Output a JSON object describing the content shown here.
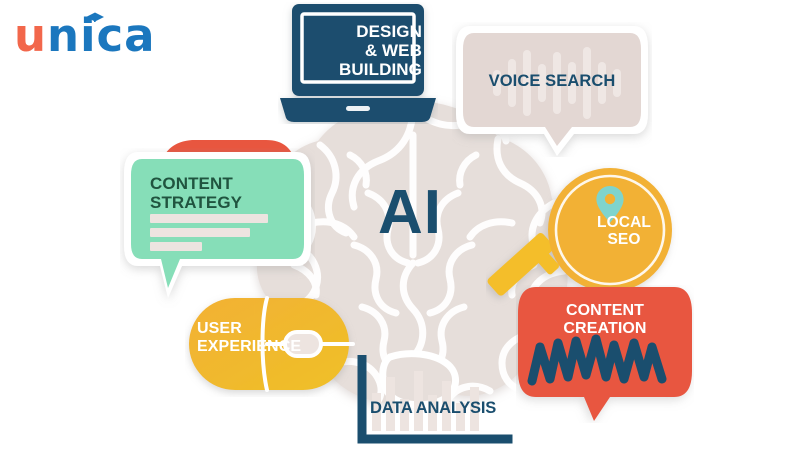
{
  "brand": {
    "logo_first": "u",
    "logo_rest": "nica",
    "icon": "graduation-cap-icon"
  },
  "center": {
    "label": "AI",
    "icon": "brain-icon"
  },
  "palette": {
    "deep_blue": "#1A4E6E",
    "coral": "#E8563F",
    "mint": "#86DEB8",
    "dark_green": "#20543F",
    "amber": "#F2B134",
    "gold": "#F4BE2C",
    "beige": "#E3D7D3",
    "teal": "#7FD4CC",
    "brain_fill": "#E6DEDA",
    "white": "#FFFFFF"
  },
  "nodes": [
    {
      "id": "design-web-building",
      "label": "DESIGN\n& WEB\nBUILDING",
      "icon": "laptop-icon",
      "shape": "laptop",
      "fill": "#1A4E6E",
      "text_color": "#FFFFFF"
    },
    {
      "id": "voice-search",
      "label": "VOICE SEARCH",
      "icon": "waveform-icon",
      "shape": "speech-bubble",
      "fill": "#E3D7D3",
      "text_color": "#1A4E6E"
    },
    {
      "id": "content-strategy",
      "label": "CONTENT\nSTRATEGY",
      "icon": "text-lines-icon",
      "shape": "speech-bubble",
      "fill": "#86DEB8",
      "text_color": "#20543F"
    },
    {
      "id": "local-seo",
      "label": "LOCAL\nSEO",
      "icon": "magnifier-icon",
      "sub_icon": "map-pin-icon",
      "shape": "magnifying-glass",
      "fill": "#F2B134",
      "text_color": "#FFFFFF"
    },
    {
      "id": "content-creation",
      "label": "CONTENT\nCREATION",
      "icon": "scribble-icon",
      "shape": "speech-bubble",
      "fill": "#E8563F",
      "text_color": "#FFFFFF"
    },
    {
      "id": "user-experience",
      "label": "USER\nEXPERIENCE",
      "icon": "mouse-icon",
      "shape": "computer-mouse",
      "fill": "#F2B134",
      "text_color": "#FFFFFF"
    },
    {
      "id": "data-analysis",
      "label": "DATA ANALYSIS",
      "icon": "bar-chart-icon",
      "shape": "chart-axes",
      "fill": "#1A4E6E",
      "text_color": "#1A4E6E"
    }
  ]
}
